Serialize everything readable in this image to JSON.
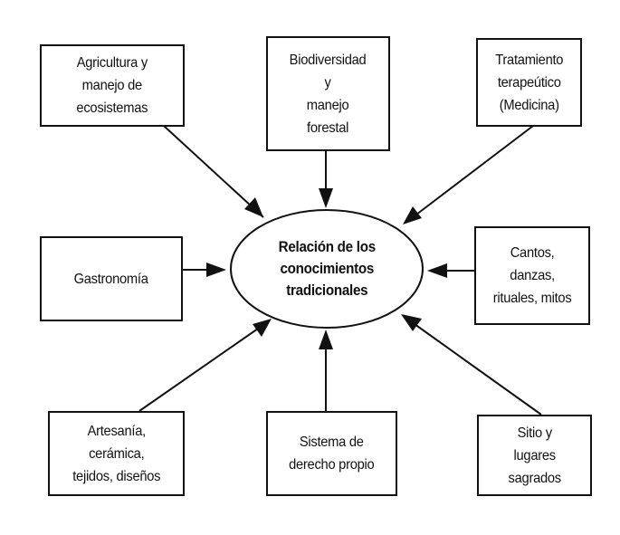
{
  "diagram": {
    "center": {
      "label": "Relación de los\nconocimientos\ntradicionales"
    },
    "nodes": [
      {
        "id": "agricultura",
        "label": "Agricultura y\nmanejo de\necosistemas"
      },
      {
        "id": "biodiversidad",
        "label": "Biodiversidad\ny\nmanejo\nforestal"
      },
      {
        "id": "tratamiento",
        "label": "Tratamiento\nterapeútico\n(Medicina)"
      },
      {
        "id": "gastronomia",
        "label": "Gastronomía"
      },
      {
        "id": "cantos",
        "label": "Cantos,\ndanzas,\nrituales, mitos"
      },
      {
        "id": "artesania",
        "label": "Artesanía,\ncerámica,\ntejidos, diseños"
      },
      {
        "id": "sistema",
        "label": "Sistema de\nderecho propio"
      },
      {
        "id": "sitio",
        "label": "Sitio y\nlugares\nsagrados"
      }
    ],
    "edges": [
      {
        "from": "agricultura",
        "to": "center"
      },
      {
        "from": "biodiversidad",
        "to": "center"
      },
      {
        "from": "tratamiento",
        "to": "center"
      },
      {
        "from": "gastronomia",
        "to": "center"
      },
      {
        "from": "cantos",
        "to": "center"
      },
      {
        "from": "artesania",
        "to": "center"
      },
      {
        "from": "sistema",
        "to": "center"
      },
      {
        "from": "sitio",
        "to": "center"
      }
    ],
    "colors": {
      "stroke": "#111111",
      "background": "#ffffff"
    }
  }
}
